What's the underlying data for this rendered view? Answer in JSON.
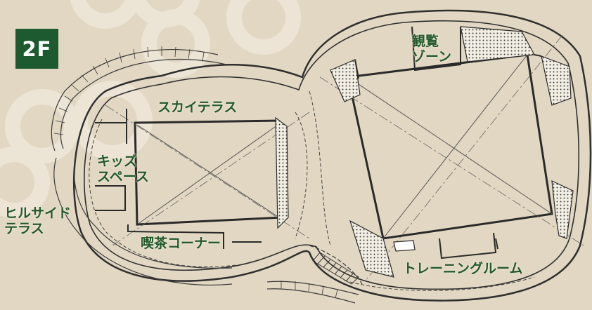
{
  "floor": {
    "label": "2F"
  },
  "colors": {
    "background": "#e2d7c2",
    "accent_green": "#1e5a30",
    "label_green": "#245a2b",
    "line": "#3a3a3a",
    "decor_rings": "#efe8dc"
  },
  "areas": {
    "sky_terrace": "スカイテラス",
    "kids_space": "キッズ\nスペース",
    "hillside_terrace": "ヒルサイド\nテラス",
    "cafe_corner": "喫茶コーナー",
    "viewing_zone": "観覧\nゾーン",
    "training_room": "トレーニングルーム"
  }
}
